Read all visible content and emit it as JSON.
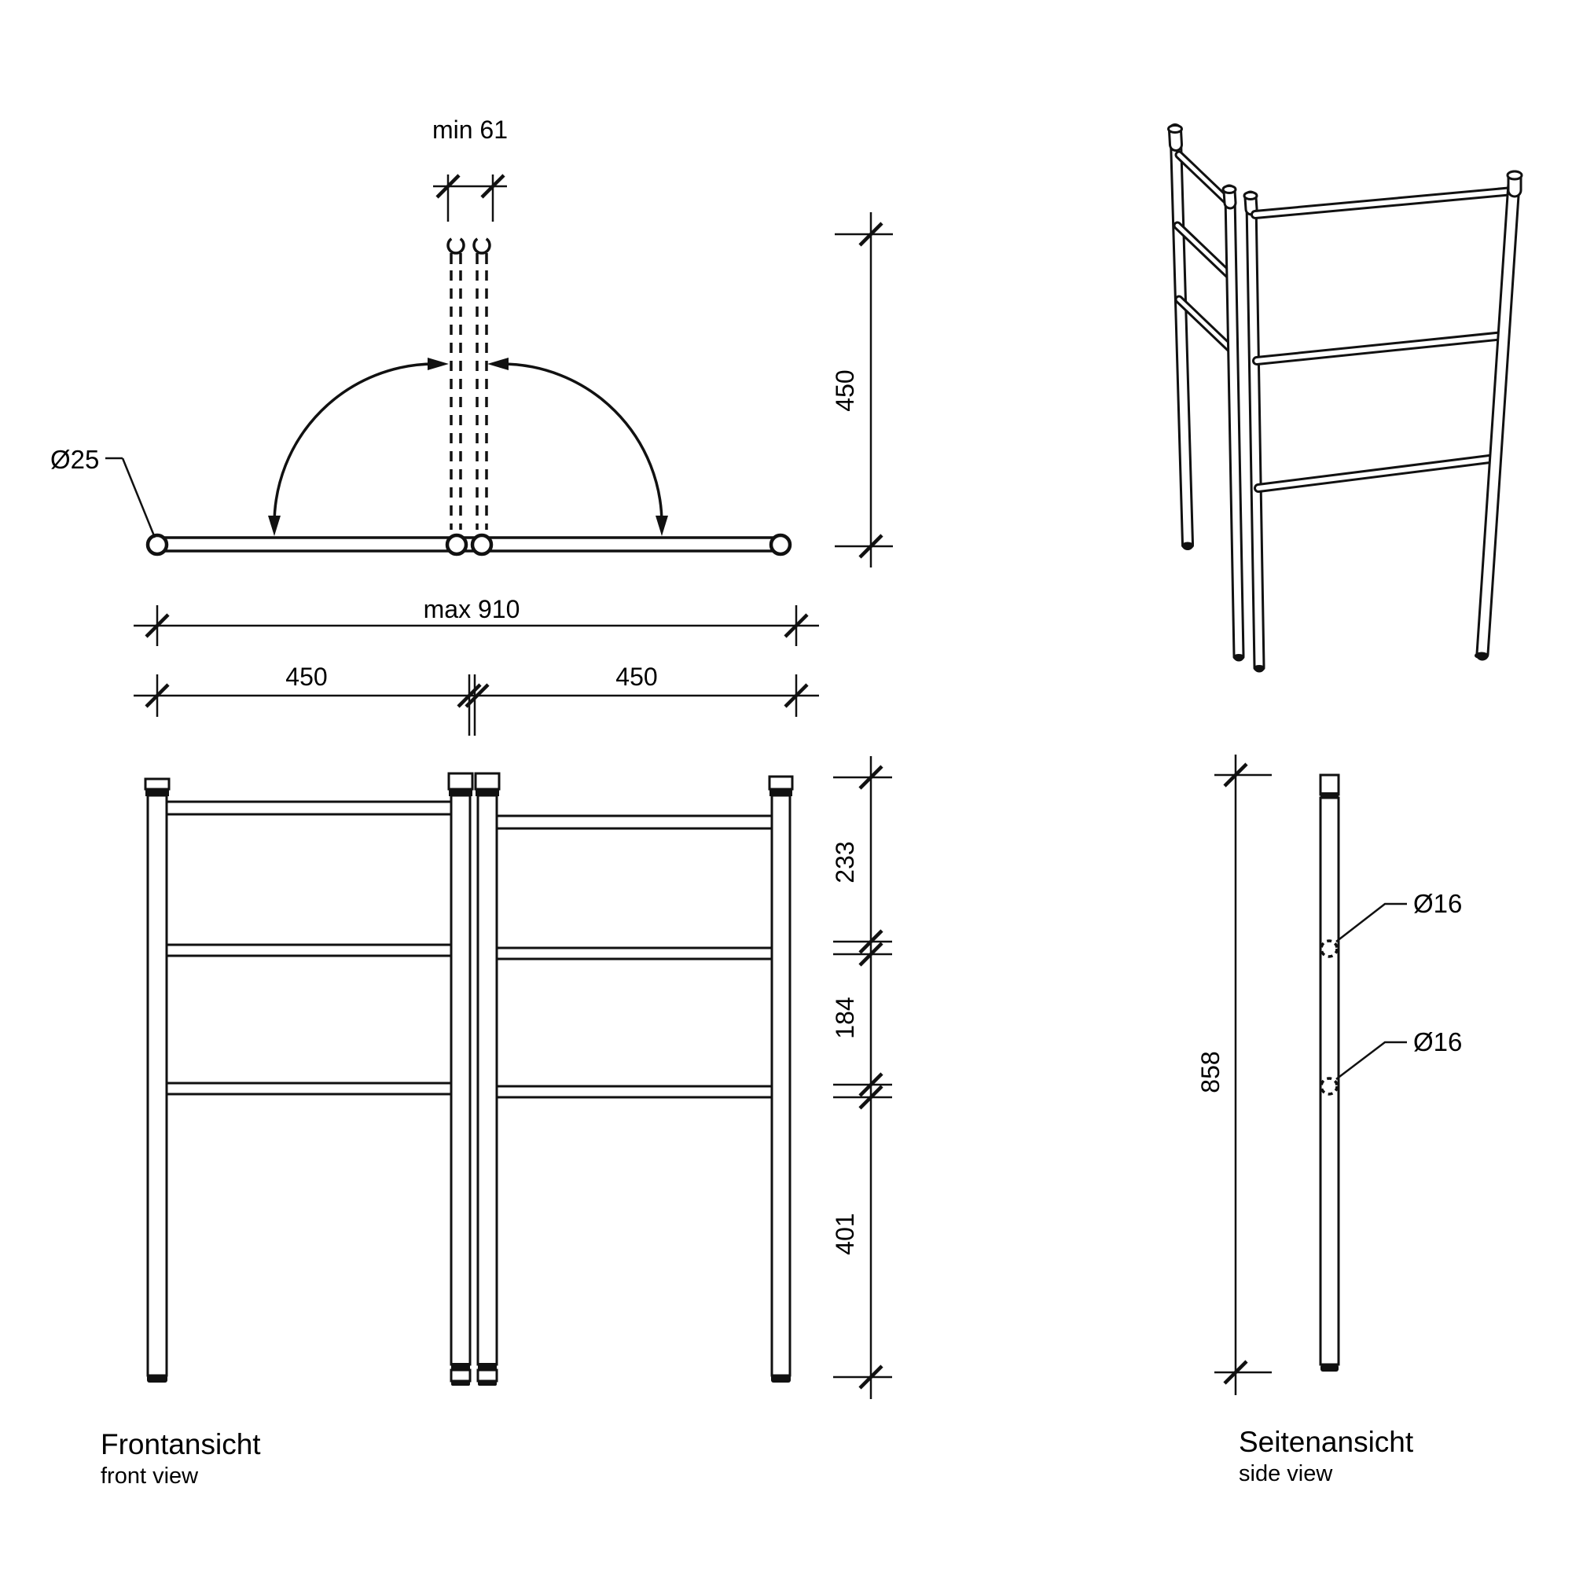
{
  "colors": {
    "background": "#ffffff",
    "line": "#111111",
    "text": "#000000"
  },
  "top_view": {
    "min_fold_width_label": "min 61",
    "tube_diameter_label": "Ø25",
    "max_width_label": "max 910",
    "left_half_label": "450",
    "right_half_label": "450",
    "folded_height_label": "450"
  },
  "front_view": {
    "title_de": "Frontansicht",
    "title_en": "front view",
    "seg_top_label": "233",
    "seg_middle_label": "184",
    "seg_bottom_label": "401"
  },
  "side_view": {
    "title_de": "Seitenansicht",
    "title_en": "side view",
    "height_label": "858",
    "hole_top_label": "Ø16",
    "hole_bottom_label": "Ø16"
  }
}
